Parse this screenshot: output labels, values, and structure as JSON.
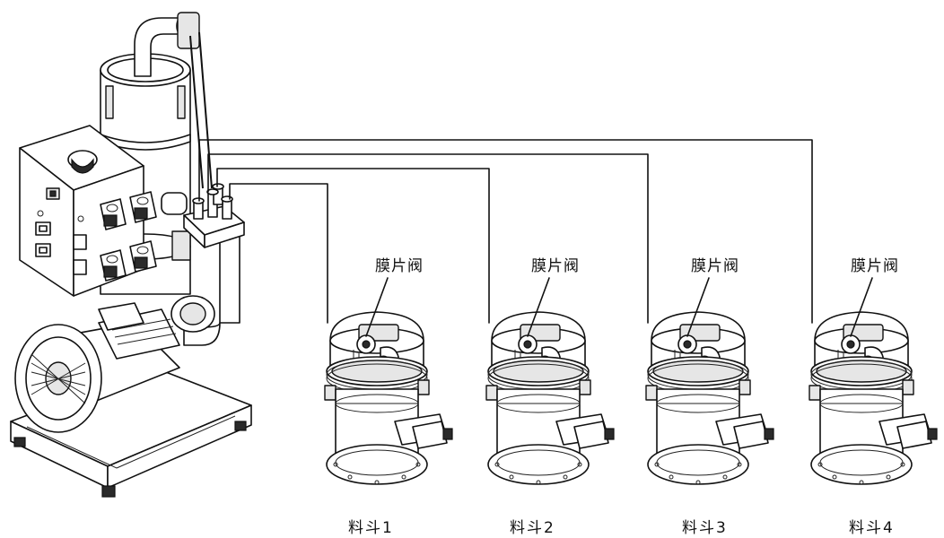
{
  "hoppers": [
    {
      "valve_label": "膜片阀",
      "hopper_label": "料斗1"
    },
    {
      "valve_label": "膜片阀",
      "hopper_label": "料斗2"
    },
    {
      "valve_label": "膜片阀",
      "hopper_label": "料斗3"
    },
    {
      "valve_label": "膜片阀",
      "hopper_label": "料斗4"
    }
  ],
  "colors": {
    "line": "#111111",
    "fill": "#ffffff",
    "shade": "#e6e6e6",
    "dark": "#2a2a2a"
  },
  "icons": [
    "blower-motor",
    "control-box",
    "solenoid-valve",
    "filter-tank",
    "air-line-manifold",
    "hopper-receiver",
    "diaphragm-valve"
  ]
}
